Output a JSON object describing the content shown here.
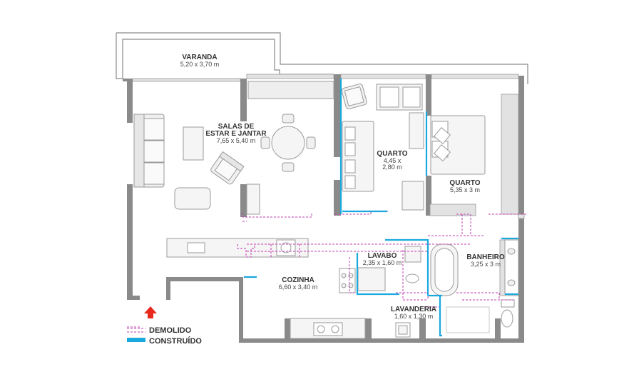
{
  "colors": {
    "wall": "#8a8a8a",
    "wall_light": "#d9d9d9",
    "furniture_stroke": "#9a9a9a",
    "demolished": "#c23cb0",
    "constructed": "#1aa8de",
    "entrance_arrow": "#e8291c"
  },
  "rooms": [
    {
      "id": "varanda",
      "name": "VARANDA",
      "dims": "5,20 x 3,70 m"
    },
    {
      "id": "salas",
      "name_line1": "SALAS DE",
      "name_line2": "ESTAR E JANTAR",
      "dims": "7,65 x 5,40 m"
    },
    {
      "id": "quarto1",
      "name": "QUARTO",
      "dims_line1": "4,45 x",
      "dims_line2": "2,80 m"
    },
    {
      "id": "quarto2",
      "name": "QUARTO",
      "dims": "5,35 x 3 m"
    },
    {
      "id": "lavabo",
      "name": "LAVABO",
      "dims": "2,35 x 1,60 m"
    },
    {
      "id": "banheiro",
      "name": "BANHEIRO",
      "dims": "3,25 x 3 m"
    },
    {
      "id": "cozinha",
      "name": "COZINHA",
      "dims": "6,60 x 3,40 m"
    },
    {
      "id": "lavanderia",
      "name": "LAVANDERIA",
      "dims": "1,60 x 1,30 m"
    }
  ],
  "legend": {
    "demolished": "DEMOLIDO",
    "constructed": "CONSTRUÍDO"
  },
  "icons": {
    "entrance": "up-arrow-icon"
  }
}
